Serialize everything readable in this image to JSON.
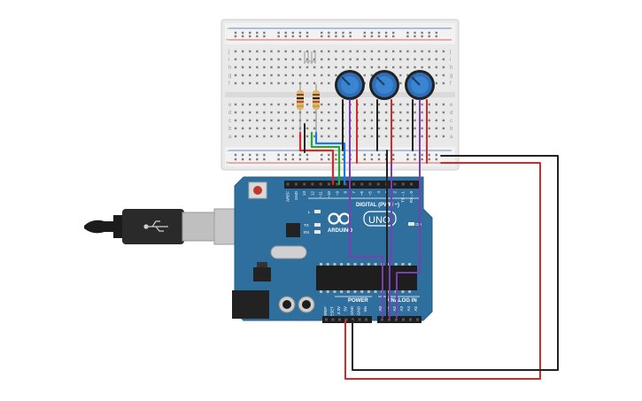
{
  "board": {
    "brand": "ARDUINO",
    "model": "UNO",
    "digital_header": "DIGITAL (PWM ~)",
    "power_header": "POWER",
    "analog_header": "ANALOG IN",
    "on_label": "ON",
    "l_label": "L",
    "tx_label": "TX",
    "rx_label": "RX",
    "digital_pins": [
      "AREF",
      "GND",
      "13",
      "12",
      "~11",
      "~10",
      "~9",
      "8",
      "7",
      "~6",
      "~5",
      "4",
      "~3",
      "2",
      "TX→1",
      "RX←0"
    ],
    "power_pins": [
      "IOREF",
      "RESET",
      "3.3V",
      "5V",
      "GND",
      "GND",
      "Vin"
    ],
    "analog_pins": [
      "A0",
      "A1",
      "A2",
      "A3",
      "A4",
      "A5"
    ]
  },
  "breadboard": {
    "row_letters_top": [
      "j",
      "i",
      "h",
      "g",
      "f"
    ],
    "row_letters_bottom": [
      "e",
      "d",
      "c",
      "b",
      "a"
    ],
    "rail_plus": "+",
    "rail_minus": "-",
    "potentiometer_count": 3,
    "resistor_count": 2,
    "led": "RGB LED"
  },
  "colors": {
    "board_blue": "#2f6f9e",
    "wire_red": "#d42a2a",
    "wire_black": "#222222",
    "wire_green": "#22aa33",
    "wire_blue": "#2277dd",
    "wire_purple": "#7a3fb0",
    "pot_blue": "#2d6fb8"
  }
}
